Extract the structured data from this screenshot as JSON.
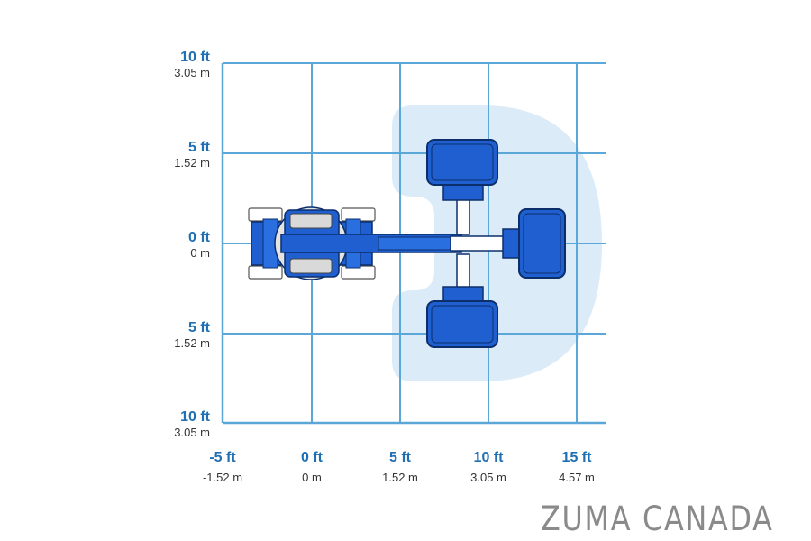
{
  "colors": {
    "grid": "#5aa7d8",
    "envelope": "#dcebf8",
    "machine": "#1f5fd0",
    "machine_dark": "#0c2f6b",
    "label_ft": "#1f6fb2",
    "label_m": "#333333",
    "watermark": "#8a8a8a"
  },
  "y_axis": {
    "ticks": [
      {
        "ft": "10 ft",
        "m": "3.05 m"
      },
      {
        "ft": "5 ft",
        "m": "1.52 m"
      },
      {
        "ft": "0 ft",
        "m": "0 m"
      },
      {
        "ft": "5 ft",
        "m": "1.52 m"
      },
      {
        "ft": "10 ft",
        "m": "3.05 m"
      }
    ]
  },
  "x_axis": {
    "ticks": [
      {
        "ft": "-5 ft",
        "m": "-1.52 m"
      },
      {
        "ft": "0 ft",
        "m": "0 m"
      },
      {
        "ft": "5 ft",
        "m": "1.52 m"
      },
      {
        "ft": "10 ft",
        "m": "3.05 m"
      },
      {
        "ft": "15 ft",
        "m": "4.57 m"
      }
    ]
  },
  "watermark": "ZUMA CANADA"
}
